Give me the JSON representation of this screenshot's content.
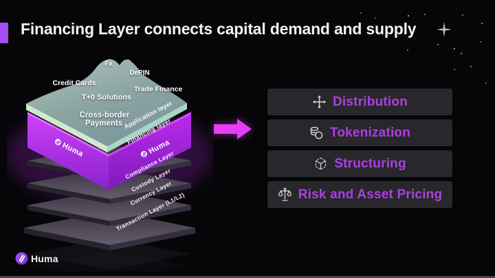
{
  "slide": {
    "title": "Financing Layer connects capital demand and supply",
    "footer_brand": "Huma"
  },
  "stack": {
    "brand": "Huma",
    "top_surface_labels": {
      "fx": "Fx",
      "depin": "DePIN",
      "credit_cards": "Credit Cards",
      "trade_finance": "Trade Finance",
      "t0_solutions": "T+0 Solutions",
      "cross_border_line1": "Cross-border",
      "cross_border_line2": "Payments"
    },
    "application_layer": "Application layer",
    "financing_layer": "Financing layer",
    "sub_layers": [
      "Compliance Layer",
      "Custody Layer",
      "Currency Layer",
      "Transaction Layer (L1/L2)"
    ]
  },
  "capabilities": [
    {
      "label": "Distribution",
      "icon": "move-icon"
    },
    {
      "label": "Tokenization",
      "icon": "coins-icon"
    },
    {
      "label": "Structuring",
      "icon": "cube-icon"
    },
    {
      "label": "Risk and Asset Pricing",
      "icon": "scale-icon"
    }
  ],
  "colors": {
    "accent_bar": "#a44df0",
    "capability_text": "#ae3fe2",
    "arrow": "#e53ef5",
    "financing_face": "#bb2bed",
    "application_face": "#8ea8a2",
    "background": "#060608"
  }
}
